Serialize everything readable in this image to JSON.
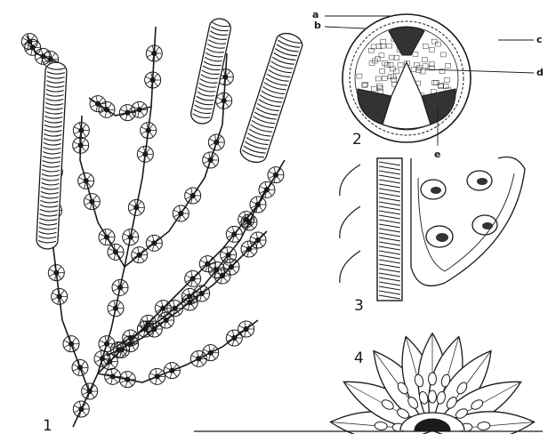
{
  "figure_numbers": [
    "1",
    "2",
    "3",
    "4"
  ],
  "panel_2_labels": {
    "a": "a",
    "b": "b",
    "c": "c",
    "d": "d",
    "e": "e"
  },
  "colors": {
    "ink": "#1a1a1a",
    "dark_fill": "#333333",
    "paper": "#ffffff"
  }
}
